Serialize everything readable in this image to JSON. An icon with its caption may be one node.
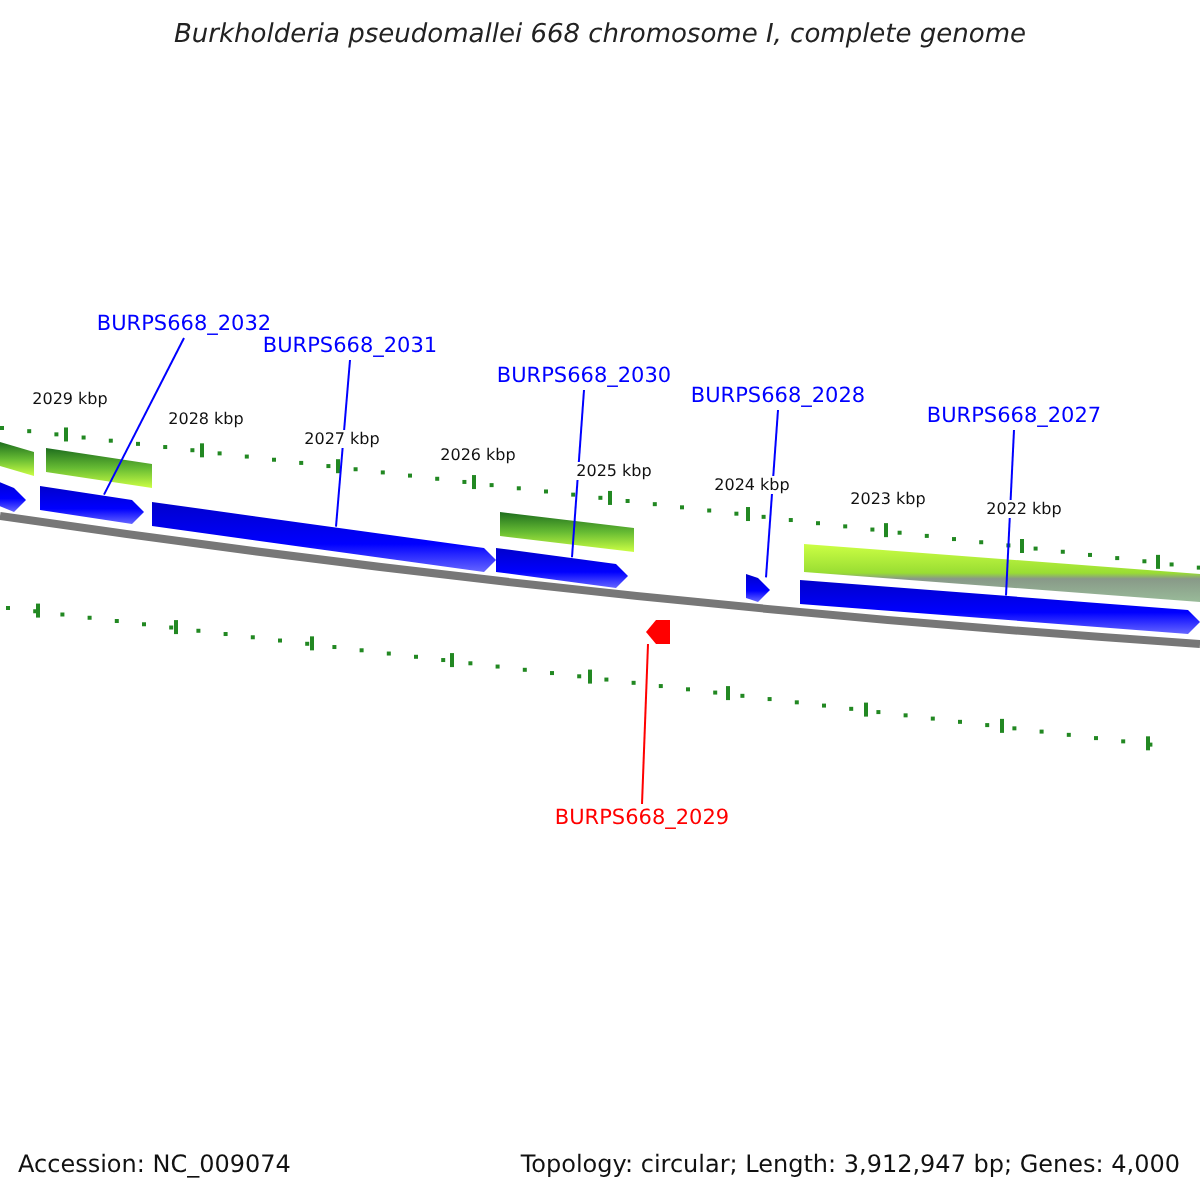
{
  "diagram": {
    "title": "Burkholderia pseudomallei 668 chromosome I, complete genome",
    "nodes": [
      {
        "text": [
          "BURPS668_2032"
        ]
      },
      {
        "text": [
          "BURPS668_2031"
        ]
      },
      {
        "text": [
          "BURPS668_2030"
        ]
      },
      {
        "text": [
          "BURPS668_2028"
        ]
      },
      {
        "text": [
          "BURPS668_2027"
        ]
      },
      {
        "text": [
          "BURPS668_2029"
        ]
      },
      {
        "text": [],
        "shape": "arrow"
      },
      {
        "text": [],
        "shape": "arrow"
      },
      {
        "text": [],
        "shape": "arrow"
      },
      {
        "text": [],
        "shape": "arrow"
      },
      {
        "text": [],
        "shape": "arrow"
      },
      {
        "text": [],
        "shape": "arrow"
      }
    ],
    "edges": [
      {
        "from": 0,
        "to": 6,
        "arrow": "none"
      },
      {
        "from": 1,
        "to": 7,
        "arrow": "none"
      },
      {
        "from": 2,
        "to": 8,
        "arrow": "none"
      },
      {
        "from": 3,
        "to": 10,
        "arrow": "none"
      },
      {
        "from": 4,
        "to": 11,
        "arrow": "none"
      },
      {
        "from": 5,
        "to": 9,
        "arrow": "none",
        "color": "#ff0000"
      }
    ],
    "labels": [
      "2029 kbp",
      "2028 kbp",
      "2027 kbp",
      "2026 kbp",
      "2025 kbp",
      "2024 kbp",
      "2023 kbp",
      "2022 kbp",
      "Accession: NC_009074",
      "Topology: circular; Length: 3,912,947 bp; Genes: 4,000"
    ]
  }
}
